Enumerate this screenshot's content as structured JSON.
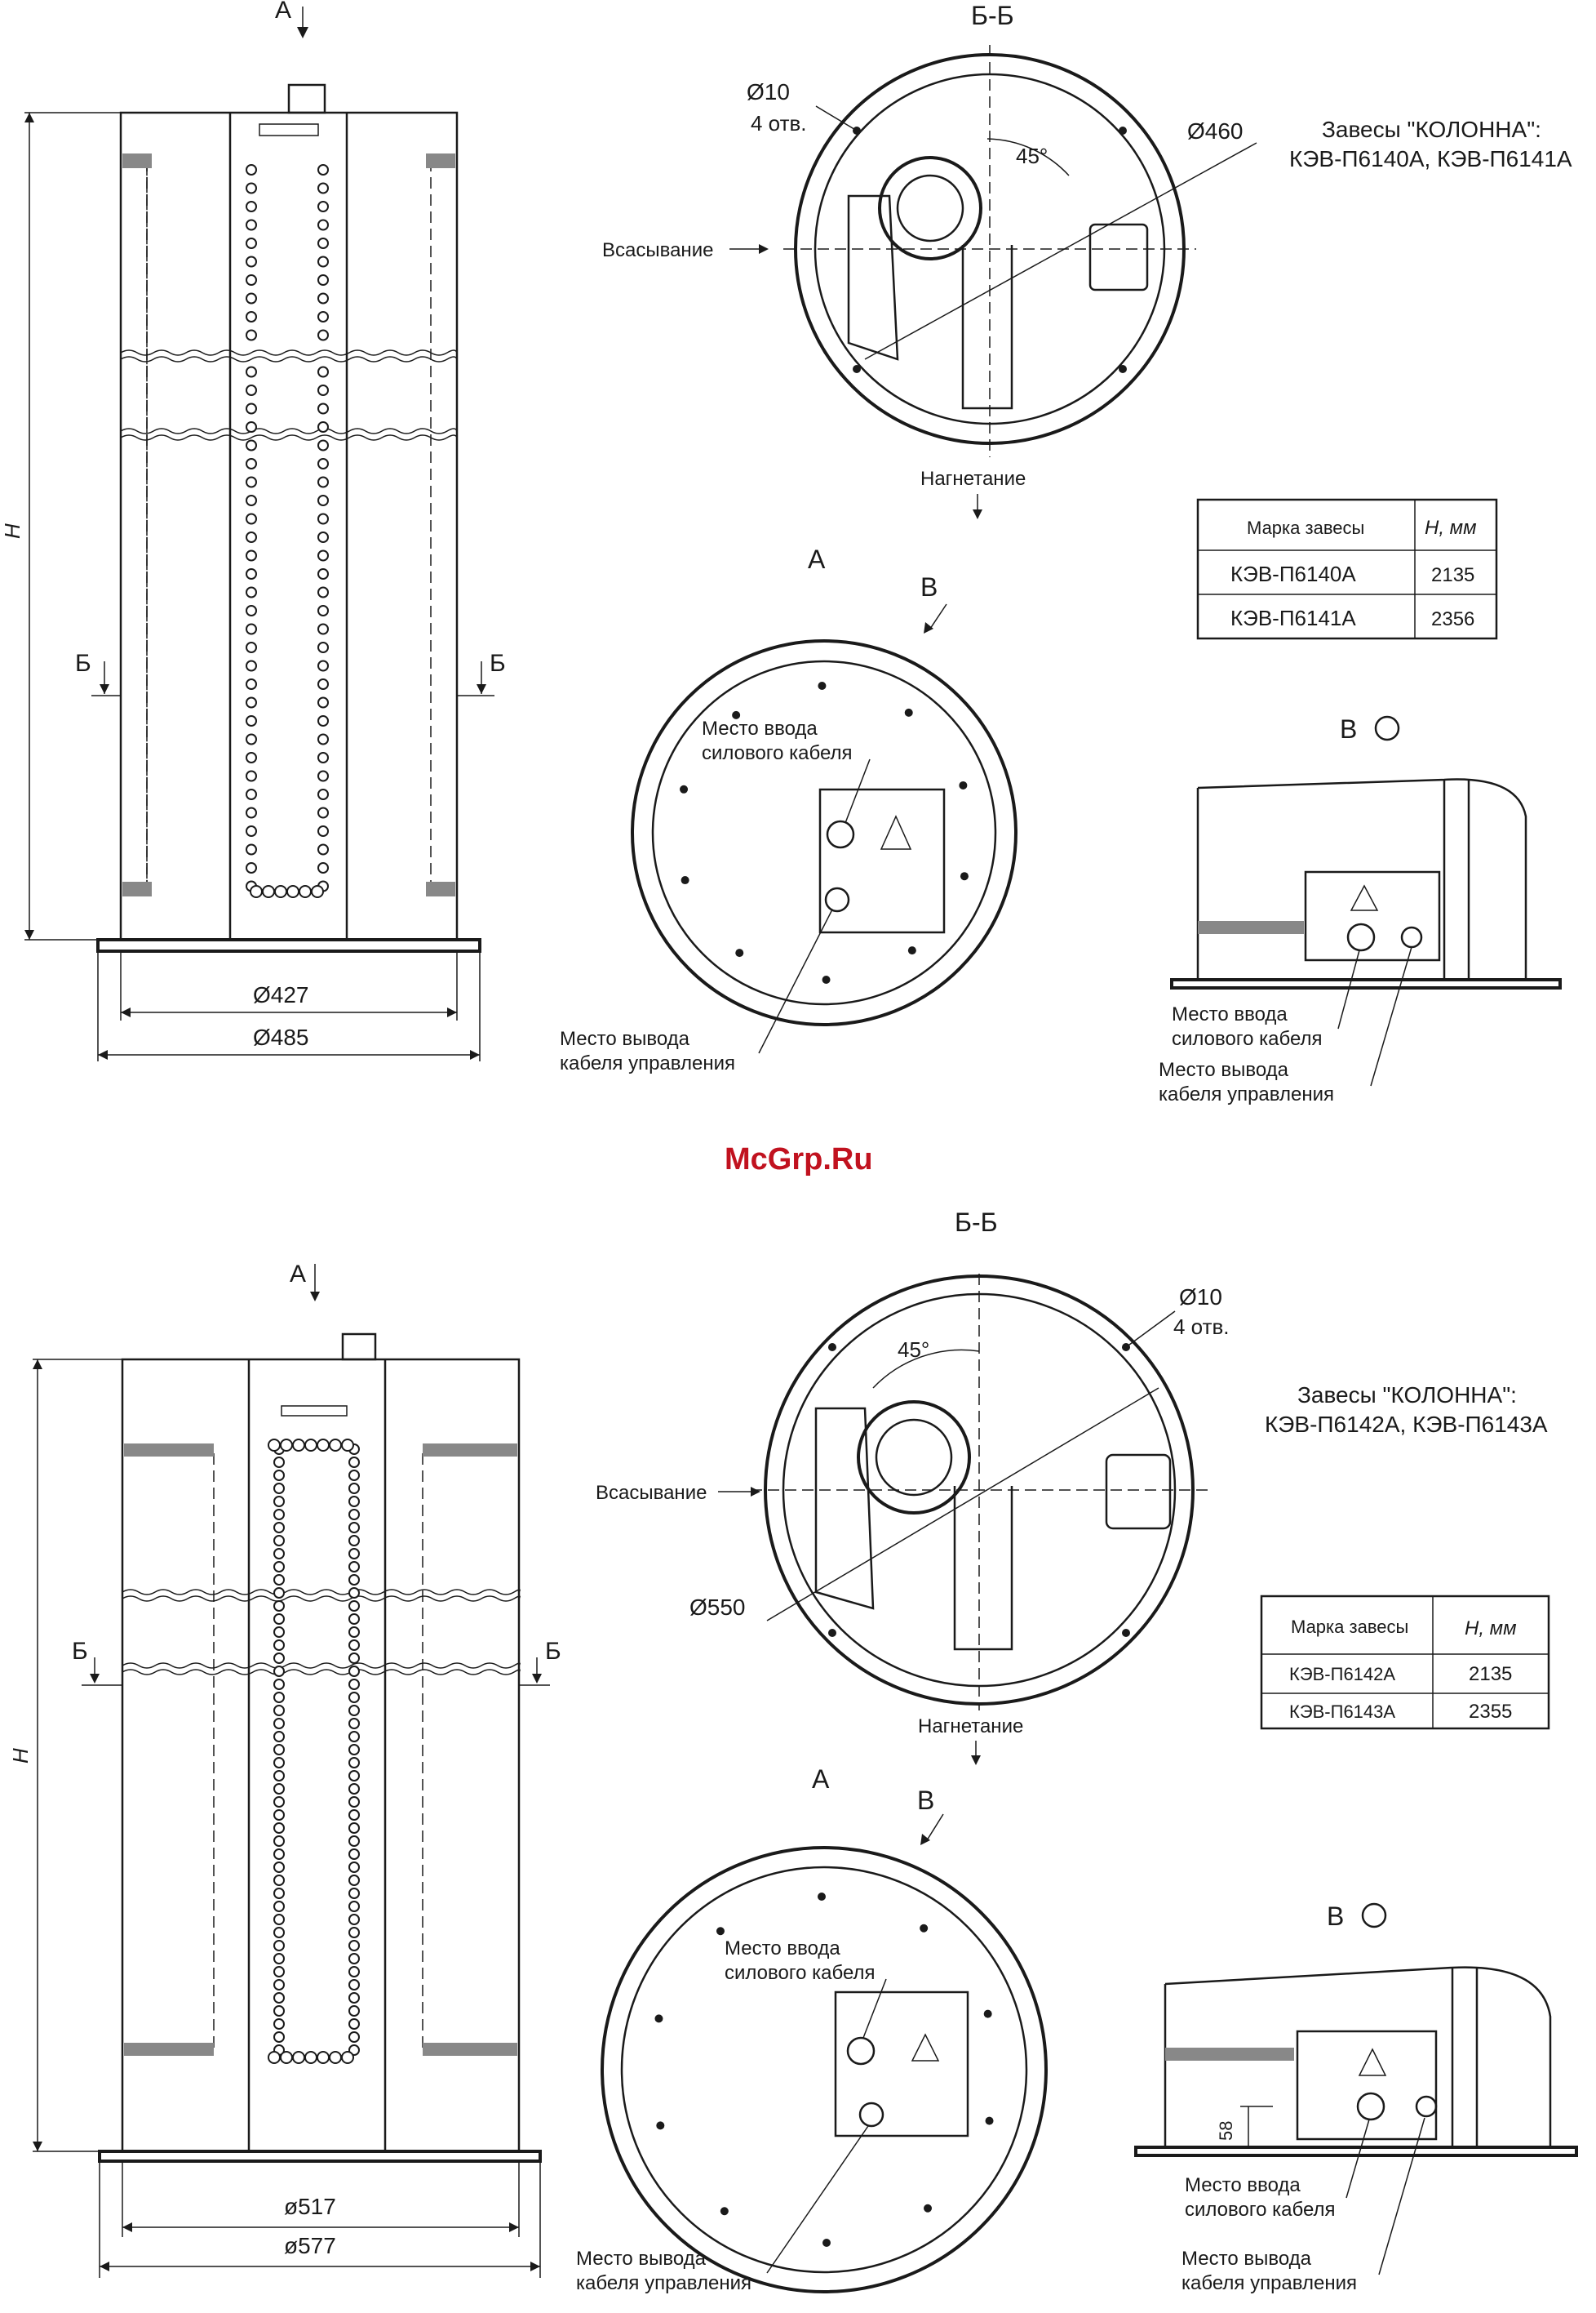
{
  "labels": {
    "A": "А",
    "A_arrow": "А",
    "B": "Б",
    "BB": "Б-Б",
    "V": "В",
    "Vc": "В",
    "H": "H",
    "d10": "Ø10",
    "holes4": "4 отв.",
    "d460": "Ø460",
    "deg45": "45°",
    "d550": "Ø550",
    "suction": "Всасывание",
    "discharge": "Нагнетание",
    "power_in_1": "Место ввода",
    "power_in_2": "силового кабеля",
    "ctrl_out_1": "Место вывода",
    "ctrl_out_2": "кабеля управления",
    "d427": "Ø427",
    "d485": "Ø485",
    "d517": "ø517",
    "d577": "ø577",
    "dim58": "58"
  },
  "top_series": {
    "title": "Завесы \"КОЛОННА\":",
    "models": "КЭВ-П6140А, КЭВ-П6141А",
    "table": {
      "headers": [
        "Марка завесы",
        "H, мм"
      ],
      "rows": [
        [
          "КЭВ-П6140А",
          "2135"
        ],
        [
          "КЭВ-П6141А",
          "2356"
        ]
      ]
    }
  },
  "bottom_series": {
    "title": "Завесы \"КОЛОННА\":",
    "models": "КЭВ-П6142А, КЭВ-П6143А",
    "table": {
      "headers": [
        "Марка завесы",
        "H, мм"
      ],
      "rows": [
        [
          "КЭВ-П6142А",
          "2135"
        ],
        [
          "КЭВ-П6143А",
          "2355"
        ]
      ]
    }
  },
  "watermark": "McGrp.Ru"
}
